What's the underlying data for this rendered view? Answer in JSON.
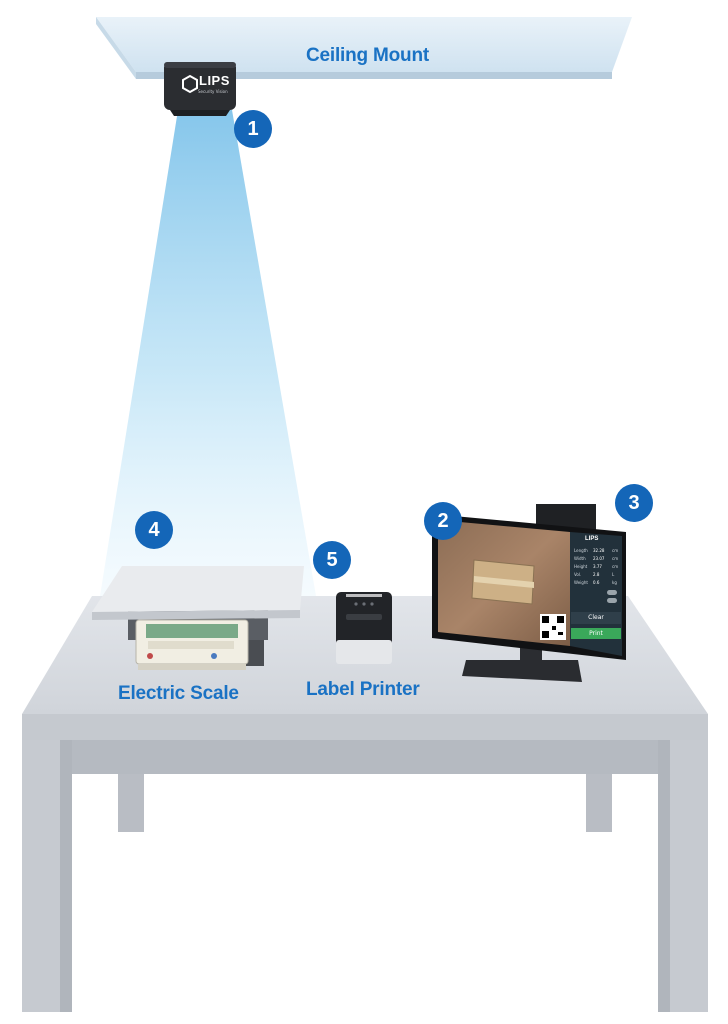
{
  "labels": {
    "ceiling_mount": "Ceiling Mount",
    "electric_scale": "Electric Scale",
    "label_printer": "Label Printer"
  },
  "badges": [
    "1",
    "2",
    "3",
    "4",
    "5"
  ],
  "camera": {
    "brand": "LIPS",
    "tagline": "Security Vision"
  },
  "monitor": {
    "app_brand": "LIPS",
    "fields": [
      {
        "name": "Length",
        "value": "32.28",
        "unit": "cm"
      },
      {
        "name": "Width",
        "value": "23.07",
        "unit": "cm"
      },
      {
        "name": "Height",
        "value": "3.77",
        "unit": "cm"
      },
      {
        "name": "Vol.",
        "value": "2.8",
        "unit": "L"
      },
      {
        "name": "Weight",
        "value": "0.6",
        "unit": "kg"
      }
    ],
    "clear_label": "Clear",
    "print_label": "Print"
  },
  "colors": {
    "accent_blue": "#1466b8",
    "label_blue": "#1a72c4",
    "beam": "#9fd3ef",
    "table_top": "#d8dbe0",
    "table_front": "#c9cdd3",
    "print_button": "#3aa85a"
  }
}
